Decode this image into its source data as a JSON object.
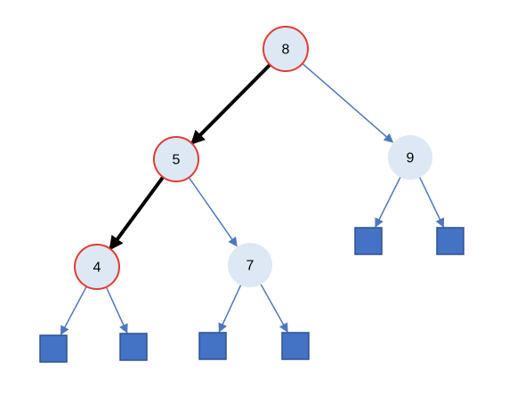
{
  "colors": {
    "node_fill": "#dde8f4",
    "highlight_stroke": "#e03c31",
    "edge": "#4f77be",
    "path_edge": "#000000",
    "leaf_fill": "#4472c4",
    "leaf_stroke": "#2f528f"
  },
  "tree": {
    "nodes": [
      {
        "id": "n8",
        "label": "8",
        "highlighted": true
      },
      {
        "id": "n5",
        "label": "5",
        "highlighted": true
      },
      {
        "id": "n9",
        "label": "9",
        "highlighted": false
      },
      {
        "id": "n4",
        "label": "4",
        "highlighted": true
      },
      {
        "id": "n7",
        "label": "7",
        "highlighted": false
      }
    ],
    "leaves": [
      {
        "id": "leaf9a"
      },
      {
        "id": "leaf9b"
      },
      {
        "id": "leaf4a"
      },
      {
        "id": "leaf4b"
      },
      {
        "id": "leaf7a"
      },
      {
        "id": "leaf7b"
      }
    ],
    "edges": [
      {
        "from": "n8",
        "to": "n5",
        "on_path": true
      },
      {
        "from": "n8",
        "to": "n9",
        "on_path": false
      },
      {
        "from": "n5",
        "to": "n4",
        "on_path": true
      },
      {
        "from": "n5",
        "to": "n7",
        "on_path": false
      },
      {
        "from": "n9",
        "to": "leaf9a",
        "on_path": false
      },
      {
        "from": "n9",
        "to": "leaf9b",
        "on_path": false
      },
      {
        "from": "n4",
        "to": "leaf4a",
        "on_path": false
      },
      {
        "from": "n4",
        "to": "leaf4b",
        "on_path": false
      },
      {
        "from": "n7",
        "to": "leaf7a",
        "on_path": false
      },
      {
        "from": "n7",
        "to": "leaf7b",
        "on_path": false
      }
    ]
  }
}
